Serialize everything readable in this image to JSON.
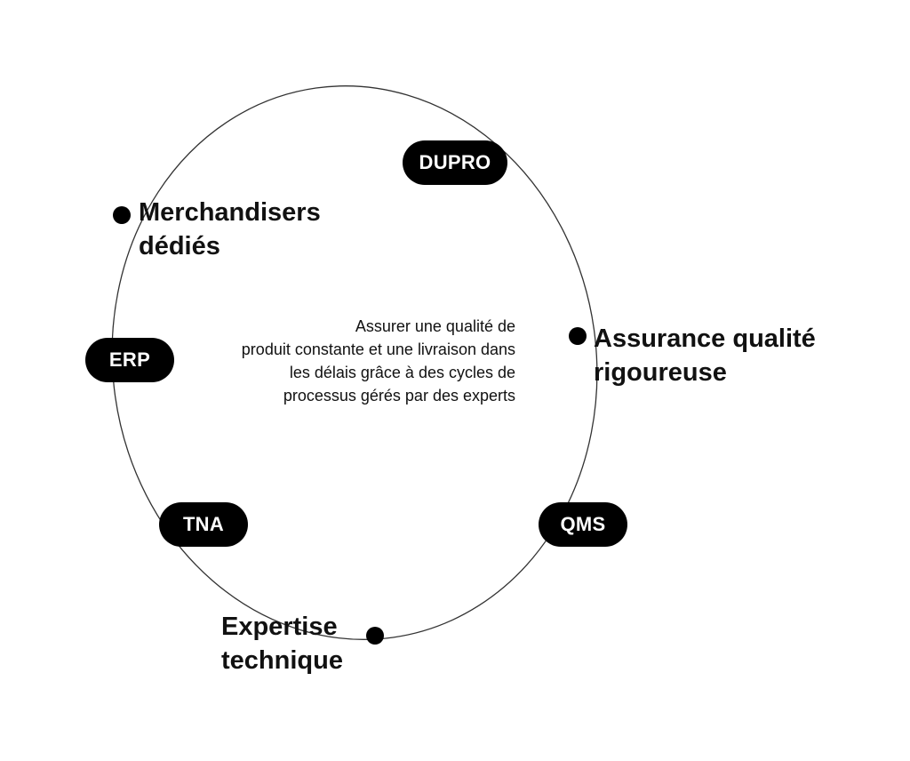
{
  "colors": {
    "ring_stroke": "#333333",
    "pill_fill": "#000000",
    "pill_text": "#ffffff",
    "dot_fill": "#000000",
    "text": "#111111"
  },
  "pills": {
    "dupro": "DUPRO",
    "erp": "ERP",
    "tna": "TNA",
    "qms": "QMS"
  },
  "labels": {
    "merchandisers": {
      "line1": "Merchandisers",
      "line2": "dédiés"
    },
    "assurance": {
      "line1": "Assurance qualité",
      "line2": "rigoureuse"
    },
    "expertise": {
      "line1": "Expertise",
      "line2": "technique"
    }
  },
  "center": {
    "line1": "Assurer une qualité de",
    "line2": "produit constante et une livraison dans",
    "line3": "les délais grâce à des cycles de",
    "line4": "processus gérés par des experts"
  }
}
